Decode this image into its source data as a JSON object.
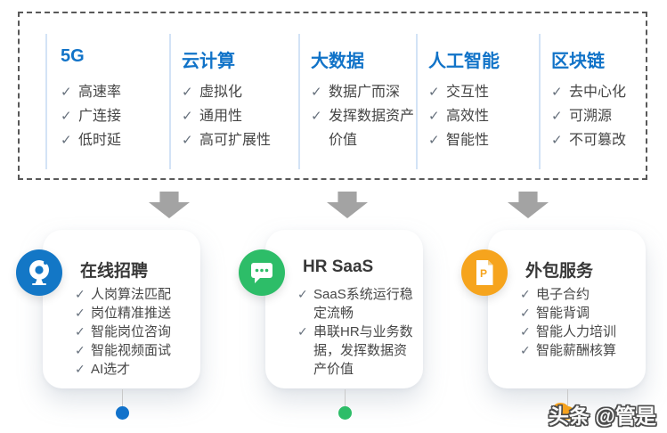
{
  "glyphs": {
    "check": "✓"
  },
  "tech_section": {
    "columns": [
      {
        "title": "5G",
        "items": [
          "高速率",
          "广连接",
          "低时延"
        ]
      },
      {
        "title": "云计算",
        "items": [
          "虚拟化",
          "通用性",
          "高可扩展性"
        ]
      },
      {
        "title": "大数据",
        "items": [
          "数据广而深",
          "发挥数据资产价值"
        ]
      },
      {
        "title": "人工智能",
        "items": [
          "交互性",
          "高效性",
          "智能性"
        ]
      },
      {
        "title": "区块链",
        "items": [
          "去中心化",
          "可溯源",
          "不可篡改"
        ]
      }
    ]
  },
  "services": {
    "cards": [
      {
        "title": "在线招聘",
        "icon": "webcam-icon",
        "accent_color": "#1377c6",
        "dot_color": "#1172cb",
        "items": [
          "人岗算法匹配",
          "岗位精准推送",
          "智能岗位咨询",
          "智能视频面试",
          "AI选才"
        ]
      },
      {
        "title": "HR SaaS",
        "icon": "chat-bubble-icon",
        "accent_color": "#2dbd68",
        "dot_color": "#2dbd68",
        "items": [
          "SaaS系统运行稳定流畅",
          "串联HR与业务数据，发挥数据资产价值"
        ]
      },
      {
        "title": "外包服务",
        "icon": "document-p-icon",
        "accent_color": "#f6a41d",
        "dot_color": "#f0a316",
        "items": [
          "电子合约",
          "智能背调",
          "智能人力培训",
          "智能薪酬核算"
        ]
      }
    ]
  },
  "watermark": {
    "text": "头条 @管是",
    "accent_color": "#f6a21d"
  },
  "colors": {
    "title_blue": "#1173c8",
    "divider_blue": "#d3e3f6",
    "dashed_border": "#595959",
    "arrow_gray": "#a3a3a3",
    "text_dark": "#454545"
  }
}
